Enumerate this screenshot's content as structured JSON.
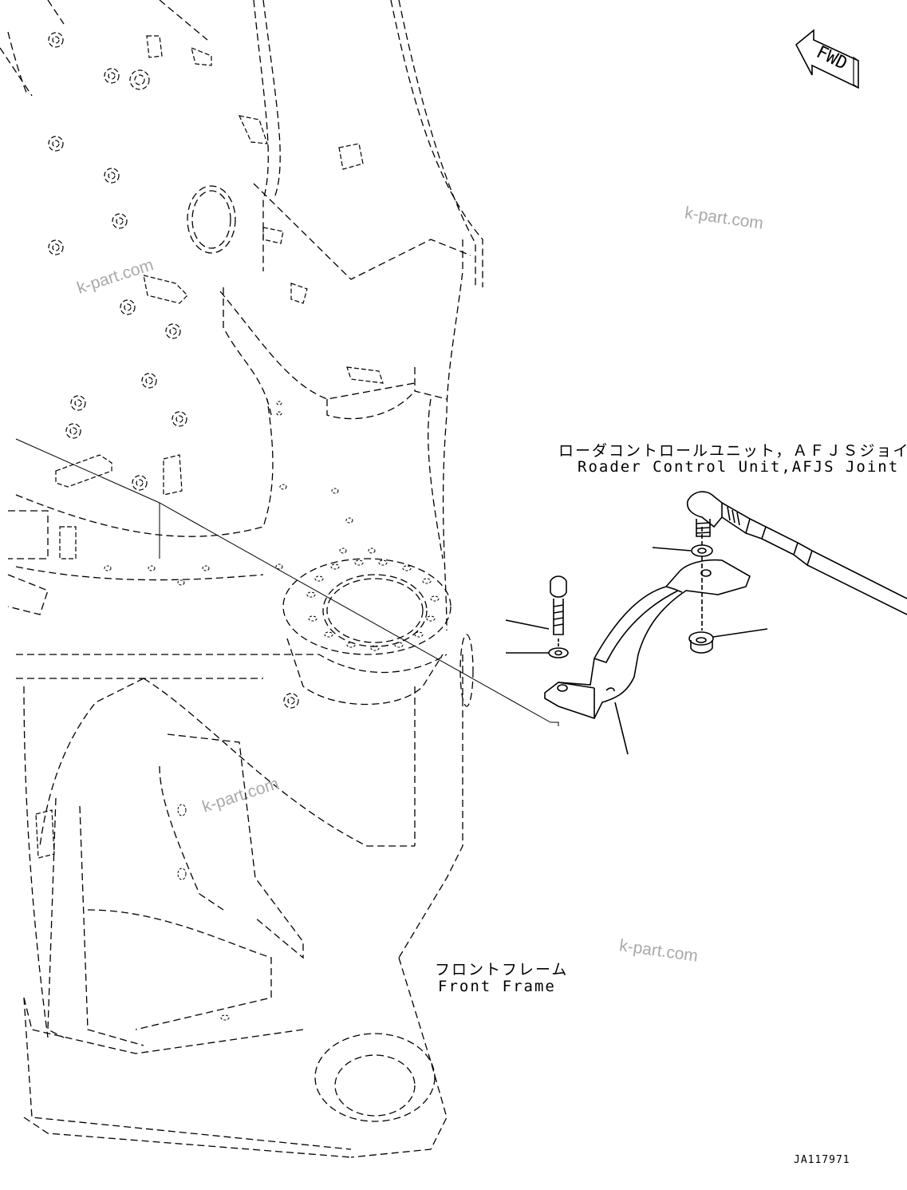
{
  "callouts": {
    "loader_control_jp": "ローダコントロールユニット，ＡＦＪＳジョイント",
    "loader_control_en": "Roader Control Unit,AFJS Joint",
    "front_frame_jp": "フロントフレーム",
    "front_frame_en": "Front Frame"
  },
  "badge": {
    "fwd": "FWD"
  },
  "drawing_number": "JA117971",
  "watermark": "k-part.com"
}
